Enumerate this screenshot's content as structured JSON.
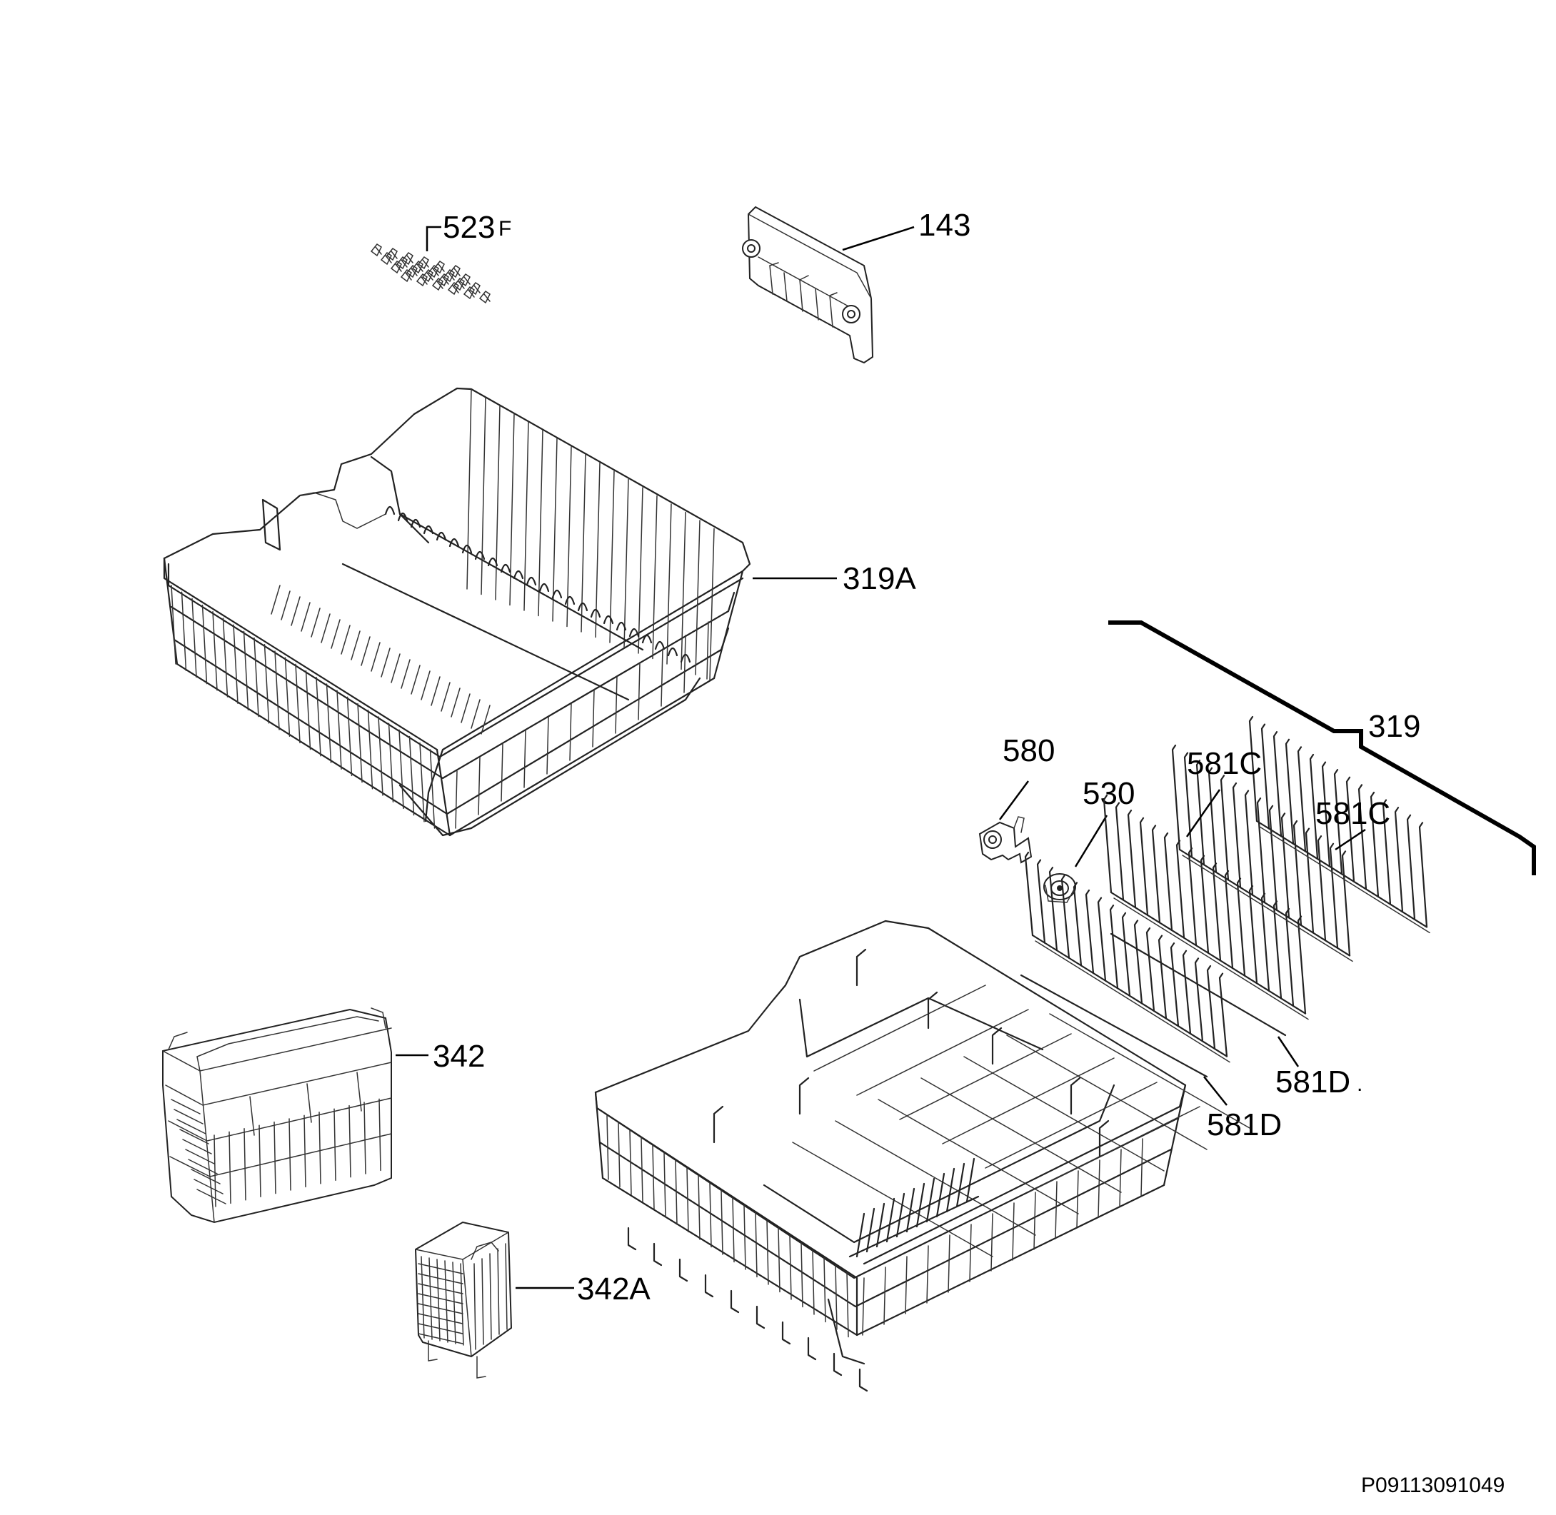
{
  "labels": {
    "p523f": "523",
    "p523f_suffix": "F",
    "p143": "143",
    "p319a": "319A",
    "p319": "319",
    "p580": "580",
    "p530": "530",
    "p581c_1": "581C",
    "p581c_2": "581C",
    "p581d_1": "581D",
    "p581d_2": "581D",
    "p342": "342",
    "p342a": "342A"
  },
  "footer": {
    "drawing_code": "P09113091049"
  }
}
